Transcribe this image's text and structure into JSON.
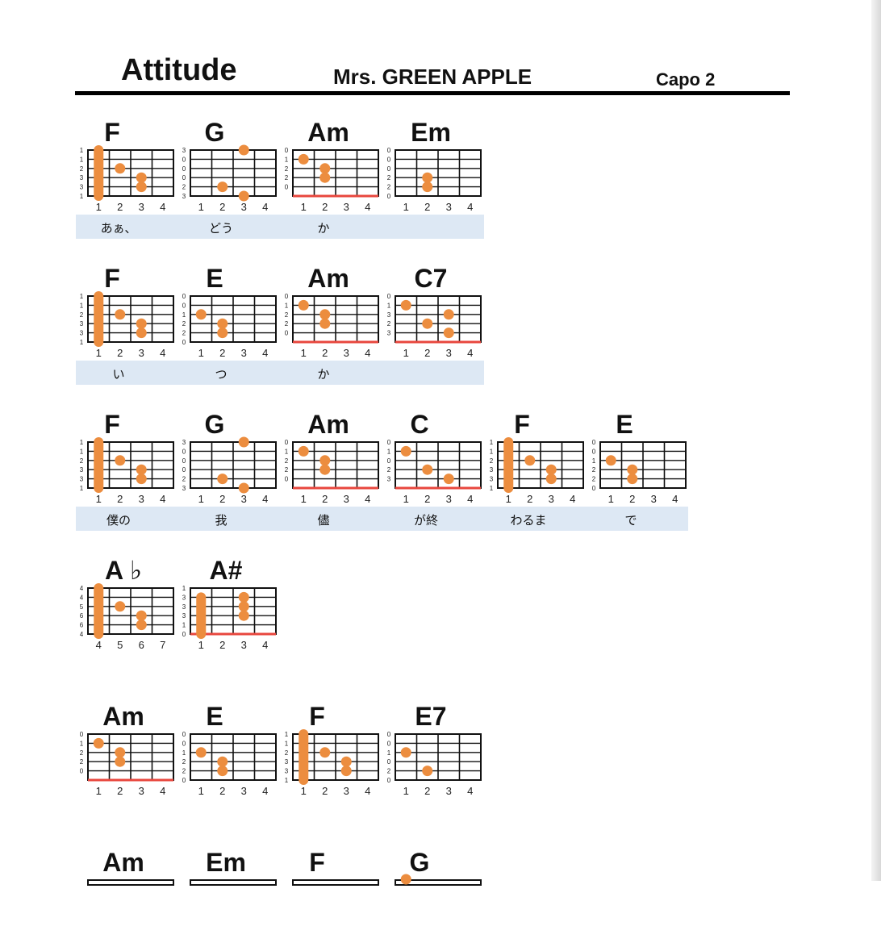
{
  "header": {
    "title": "Attitude",
    "artist": "Mrs. GREEN APPLE",
    "capo": "Capo 2"
  },
  "colors": {
    "dot": "#ec8d3f",
    "lyric_bg": "#dde8f4",
    "mute_line": "#e8473e"
  },
  "rows": [
    {
      "lyrics": [
        "あぁ、",
        "どう",
        "か",
        ""
      ],
      "chords": [
        {
          "name": "F",
          "strings": [
            "1",
            "1",
            "2",
            "3",
            "3",
            "1"
          ],
          "frets": [
            "1",
            "2",
            "3",
            "4"
          ],
          "barre": 1,
          "dots": [
            [
              2,
              3
            ],
            [
              3,
              4
            ],
            [
              3,
              5
            ]
          ],
          "muted": false
        },
        {
          "name": "G",
          "strings": [
            "3",
            "0",
            "0",
            "0",
            "2",
            "3"
          ],
          "frets": [
            "1",
            "2",
            "3",
            "4"
          ],
          "barre": null,
          "dots": [
            [
              3,
              1
            ],
            [
              2,
              5
            ],
            [
              3,
              6
            ]
          ],
          "muted": false
        },
        {
          "name": "Am",
          "strings": [
            "0",
            "1",
            "2",
            "2",
            "0",
            ""
          ],
          "frets": [
            "1",
            "2",
            "3",
            "4"
          ],
          "barre": null,
          "dots": [
            [
              1,
              2
            ],
            [
              2,
              3
            ],
            [
              2,
              4
            ]
          ],
          "muted": true
        },
        {
          "name": "Em",
          "strings": [
            "0",
            "0",
            "0",
            "2",
            "2",
            "0"
          ],
          "frets": [
            "1",
            "2",
            "3",
            "4"
          ],
          "barre": null,
          "dots": [
            [
              2,
              4
            ],
            [
              2,
              5
            ]
          ],
          "muted": false
        }
      ]
    },
    {
      "lyrics": [
        "い",
        "つ",
        "か",
        ""
      ],
      "chords": [
        {
          "name": "F",
          "strings": [
            "1",
            "1",
            "2",
            "3",
            "3",
            "1"
          ],
          "frets": [
            "1",
            "2",
            "3",
            "4"
          ],
          "barre": 1,
          "dots": [
            [
              2,
              3
            ],
            [
              3,
              4
            ],
            [
              3,
              5
            ]
          ],
          "muted": false
        },
        {
          "name": "E",
          "strings": [
            "0",
            "0",
            "1",
            "2",
            "2",
            "0"
          ],
          "frets": [
            "1",
            "2",
            "3",
            "4"
          ],
          "barre": null,
          "dots": [
            [
              1,
              3
            ],
            [
              2,
              4
            ],
            [
              2,
              5
            ]
          ],
          "muted": false
        },
        {
          "name": "Am",
          "strings": [
            "0",
            "1",
            "2",
            "2",
            "0",
            ""
          ],
          "frets": [
            "1",
            "2",
            "3",
            "4"
          ],
          "barre": null,
          "dots": [
            [
              1,
              2
            ],
            [
              2,
              3
            ],
            [
              2,
              4
            ]
          ],
          "muted": true
        },
        {
          "name": "C7",
          "strings": [
            "0",
            "1",
            "3",
            "2",
            "3",
            ""
          ],
          "frets": [
            "1",
            "2",
            "3",
            "4"
          ],
          "barre": null,
          "dots": [
            [
              1,
              2
            ],
            [
              3,
              3
            ],
            [
              2,
              4
            ],
            [
              3,
              5
            ]
          ],
          "muted": true
        }
      ]
    },
    {
      "lyrics": [
        "僕の",
        "我",
        "儘",
        "が終",
        "わるま",
        "で"
      ],
      "chords": [
        {
          "name": "F",
          "strings": [
            "1",
            "1",
            "2",
            "3",
            "3",
            "1"
          ],
          "frets": [
            "1",
            "2",
            "3",
            "4"
          ],
          "barre": 1,
          "dots": [
            [
              2,
              3
            ],
            [
              3,
              4
            ],
            [
              3,
              5
            ]
          ],
          "muted": false
        },
        {
          "name": "G",
          "strings": [
            "3",
            "0",
            "0",
            "0",
            "2",
            "3"
          ],
          "frets": [
            "1",
            "2",
            "3",
            "4"
          ],
          "barre": null,
          "dots": [
            [
              3,
              1
            ],
            [
              2,
              5
            ],
            [
              3,
              6
            ]
          ],
          "muted": false
        },
        {
          "name": "Am",
          "strings": [
            "0",
            "1",
            "2",
            "2",
            "0",
            ""
          ],
          "frets": [
            "1",
            "2",
            "3",
            "4"
          ],
          "barre": null,
          "dots": [
            [
              1,
              2
            ],
            [
              2,
              3
            ],
            [
              2,
              4
            ]
          ],
          "muted": true
        },
        {
          "name": "C",
          "strings": [
            "0",
            "1",
            "0",
            "2",
            "3",
            ""
          ],
          "frets": [
            "1",
            "2",
            "3",
            "4"
          ],
          "barre": null,
          "dots": [
            [
              1,
              2
            ],
            [
              2,
              4
            ],
            [
              3,
              5
            ]
          ],
          "muted": true
        },
        {
          "name": "F",
          "strings": [
            "1",
            "1",
            "2",
            "3",
            "3",
            "1"
          ],
          "frets": [
            "1",
            "2",
            "3",
            "4"
          ],
          "barre": 1,
          "dots": [
            [
              2,
              3
            ],
            [
              3,
              4
            ],
            [
              3,
              5
            ]
          ],
          "muted": false
        },
        {
          "name": "E",
          "strings": [
            "0",
            "0",
            "1",
            "2",
            "2",
            "0"
          ],
          "frets": [
            "1",
            "2",
            "3",
            "4"
          ],
          "barre": null,
          "dots": [
            [
              1,
              3
            ],
            [
              2,
              4
            ],
            [
              2,
              5
            ]
          ],
          "muted": false
        }
      ]
    },
    {
      "lyrics": [],
      "chords": [
        {
          "name": "A ♭",
          "strings": [
            "4",
            "4",
            "5",
            "6",
            "6",
            "4"
          ],
          "frets": [
            "4",
            "5",
            "6",
            "7"
          ],
          "barre": 1,
          "dots": [
            [
              2,
              3
            ],
            [
              3,
              4
            ],
            [
              3,
              5
            ]
          ],
          "muted": false
        },
        {
          "name": "A#",
          "strings": [
            "1",
            "3",
            "3",
            "3",
            "1",
            "0"
          ],
          "frets": [
            "1",
            "2",
            "3",
            "4"
          ],
          "barre": [
            1,
            1,
            5
          ],
          "dots": [
            [
              3,
              2
            ],
            [
              3,
              3
            ],
            [
              3,
              4
            ]
          ],
          "muted": true
        }
      ]
    },
    {
      "lyrics": [],
      "chords": [
        {
          "name": "Am",
          "strings": [
            "0",
            "1",
            "2",
            "2",
            "0",
            ""
          ],
          "frets": [
            "1",
            "2",
            "3",
            "4"
          ],
          "barre": null,
          "dots": [
            [
              1,
              2
            ],
            [
              2,
              3
            ],
            [
              2,
              4
            ]
          ],
          "muted": true
        },
        {
          "name": "E",
          "strings": [
            "0",
            "0",
            "1",
            "2",
            "2",
            "0"
          ],
          "frets": [
            "1",
            "2",
            "3",
            "4"
          ],
          "barre": null,
          "dots": [
            [
              1,
              3
            ],
            [
              2,
              4
            ],
            [
              2,
              5
            ]
          ],
          "muted": false
        },
        {
          "name": "F",
          "strings": [
            "1",
            "1",
            "2",
            "3",
            "3",
            "1"
          ],
          "frets": [
            "1",
            "2",
            "3",
            "4"
          ],
          "barre": 1,
          "dots": [
            [
              2,
              3
            ],
            [
              3,
              4
            ],
            [
              3,
              5
            ]
          ],
          "muted": false
        },
        {
          "name": "E7",
          "strings": [
            "0",
            "0",
            "1",
            "0",
            "2",
            "0"
          ],
          "frets": [
            "1",
            "2",
            "3",
            "4"
          ],
          "barre": null,
          "dots": [
            [
              1,
              3
            ],
            [
              2,
              5
            ]
          ],
          "muted": false
        }
      ]
    },
    {
      "lyrics": [],
      "chords": [
        {
          "name": "Am",
          "strings": [],
          "frets": [],
          "barre": null,
          "dots": [],
          "muted": false
        },
        {
          "name": "Em",
          "strings": [],
          "frets": [],
          "barre": null,
          "dots": [],
          "muted": false
        },
        {
          "name": "F",
          "strings": [],
          "frets": [],
          "barre": null,
          "dots": [],
          "muted": false
        },
        {
          "name": "G",
          "strings": [],
          "frets": [],
          "barre": null,
          "dots": [
            [
              1,
              1
            ]
          ],
          "muted": false
        }
      ]
    }
  ]
}
